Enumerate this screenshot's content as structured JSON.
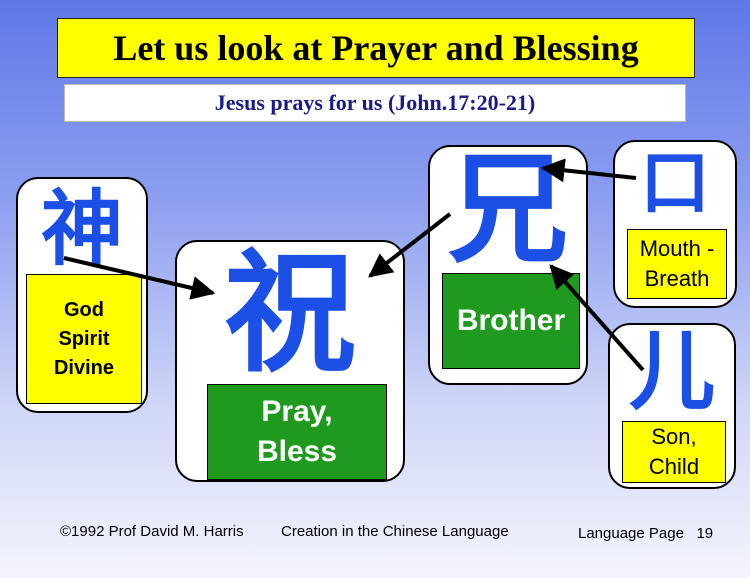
{
  "title": "Let us look at Prayer and Blessing",
  "subtitle": "Jesus prays for us (John.17:20-21)",
  "cards": {
    "shen": {
      "char": "神",
      "lines": [
        "God",
        "Spirit",
        "Divine"
      ]
    },
    "zhu": {
      "char": "祝",
      "lines": [
        "Pray,",
        "Bless"
      ]
    },
    "xiong": {
      "char": "兄",
      "lines": [
        "Brother"
      ]
    },
    "kou": {
      "char": "口",
      "lines": [
        "Mouth -",
        "Breath"
      ]
    },
    "er": {
      "char": "儿",
      "lines": [
        "Son,",
        "Child"
      ]
    }
  },
  "footer": {
    "copyright": "©1992 Prof David M. Harris",
    "course": "Creation in the Chinese Language",
    "page_label": "Language Page",
    "page_number": "19"
  },
  "colors": {
    "char_blue": "#1b4fe6",
    "label_yellow": "#ffff00",
    "label_green": "#1f9a1f"
  }
}
